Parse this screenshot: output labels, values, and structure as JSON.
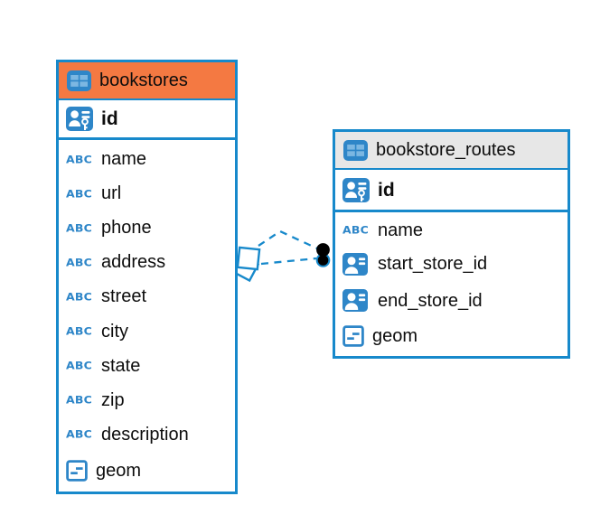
{
  "colors": {
    "table_border_blue": "#1789cb",
    "icon_blue": "#2e86c8",
    "bookstores_header_orange": "#f47942",
    "routes_header_gray": "#e7e7e7",
    "relationship_line_blue": "#1789cb",
    "text_color": "#0d0d0d"
  },
  "icons": {
    "text_type_glyph": "ABC"
  },
  "tables": [
    {
      "name": "bookstores",
      "primary_key": "id",
      "columns": [
        {
          "name": "name",
          "type": "text"
        },
        {
          "name": "url",
          "type": "text"
        },
        {
          "name": "phone",
          "type": "text"
        },
        {
          "name": "address",
          "type": "text"
        },
        {
          "name": "street",
          "type": "text"
        },
        {
          "name": "city",
          "type": "text"
        },
        {
          "name": "state",
          "type": "text"
        },
        {
          "name": "zip",
          "type": "text"
        },
        {
          "name": "description",
          "type": "text"
        },
        {
          "name": "geom",
          "type": "geometry"
        }
      ]
    },
    {
      "name": "bookstore_routes",
      "primary_key": "id",
      "columns": [
        {
          "name": "name",
          "type": "text"
        },
        {
          "name": "start_store_id",
          "type": "reference"
        },
        {
          "name": "end_store_id",
          "type": "reference"
        },
        {
          "name": "geom",
          "type": "geometry"
        }
      ]
    }
  ],
  "relationship": {
    "style": "dashed",
    "between": [
      "bookstores",
      "bookstore_routes"
    ],
    "line_count": 2
  }
}
